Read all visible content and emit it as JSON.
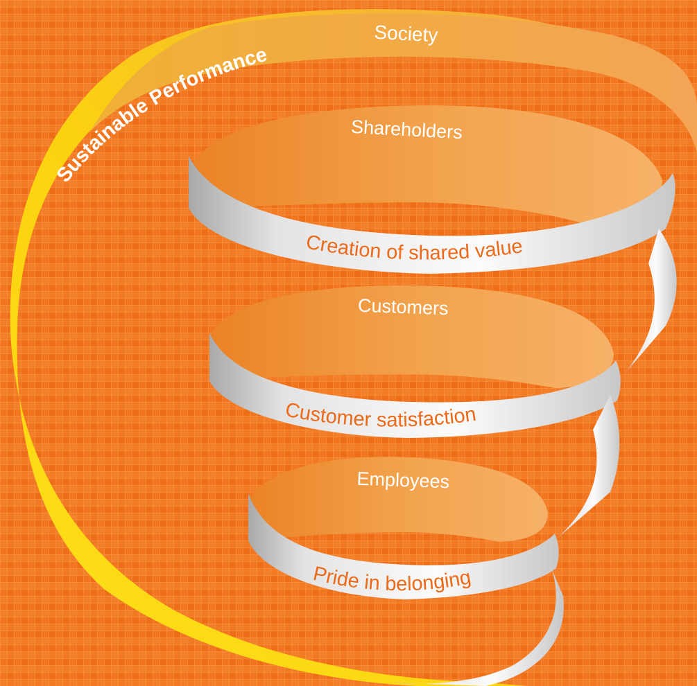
{
  "diagram": {
    "spiral_title": "Sustainable Performance",
    "levels": [
      {
        "top_label": "Society"
      },
      {
        "top_label": "Shareholders",
        "band_label": "Creation of shared value"
      },
      {
        "top_label": "Customers",
        "band_label": "Customer satisfaction"
      },
      {
        "top_label": "Employees",
        "band_label": "Pride in belonging"
      }
    ]
  },
  "colors": {
    "background": "#f2761f",
    "ribbon_orange": "#f2a04a",
    "ribbon_silver": "#e6e6e6",
    "ribbon_yellow": "#ffd600",
    "label_on_orange": "#ffffff",
    "label_on_silver": "#ea6a1a"
  }
}
